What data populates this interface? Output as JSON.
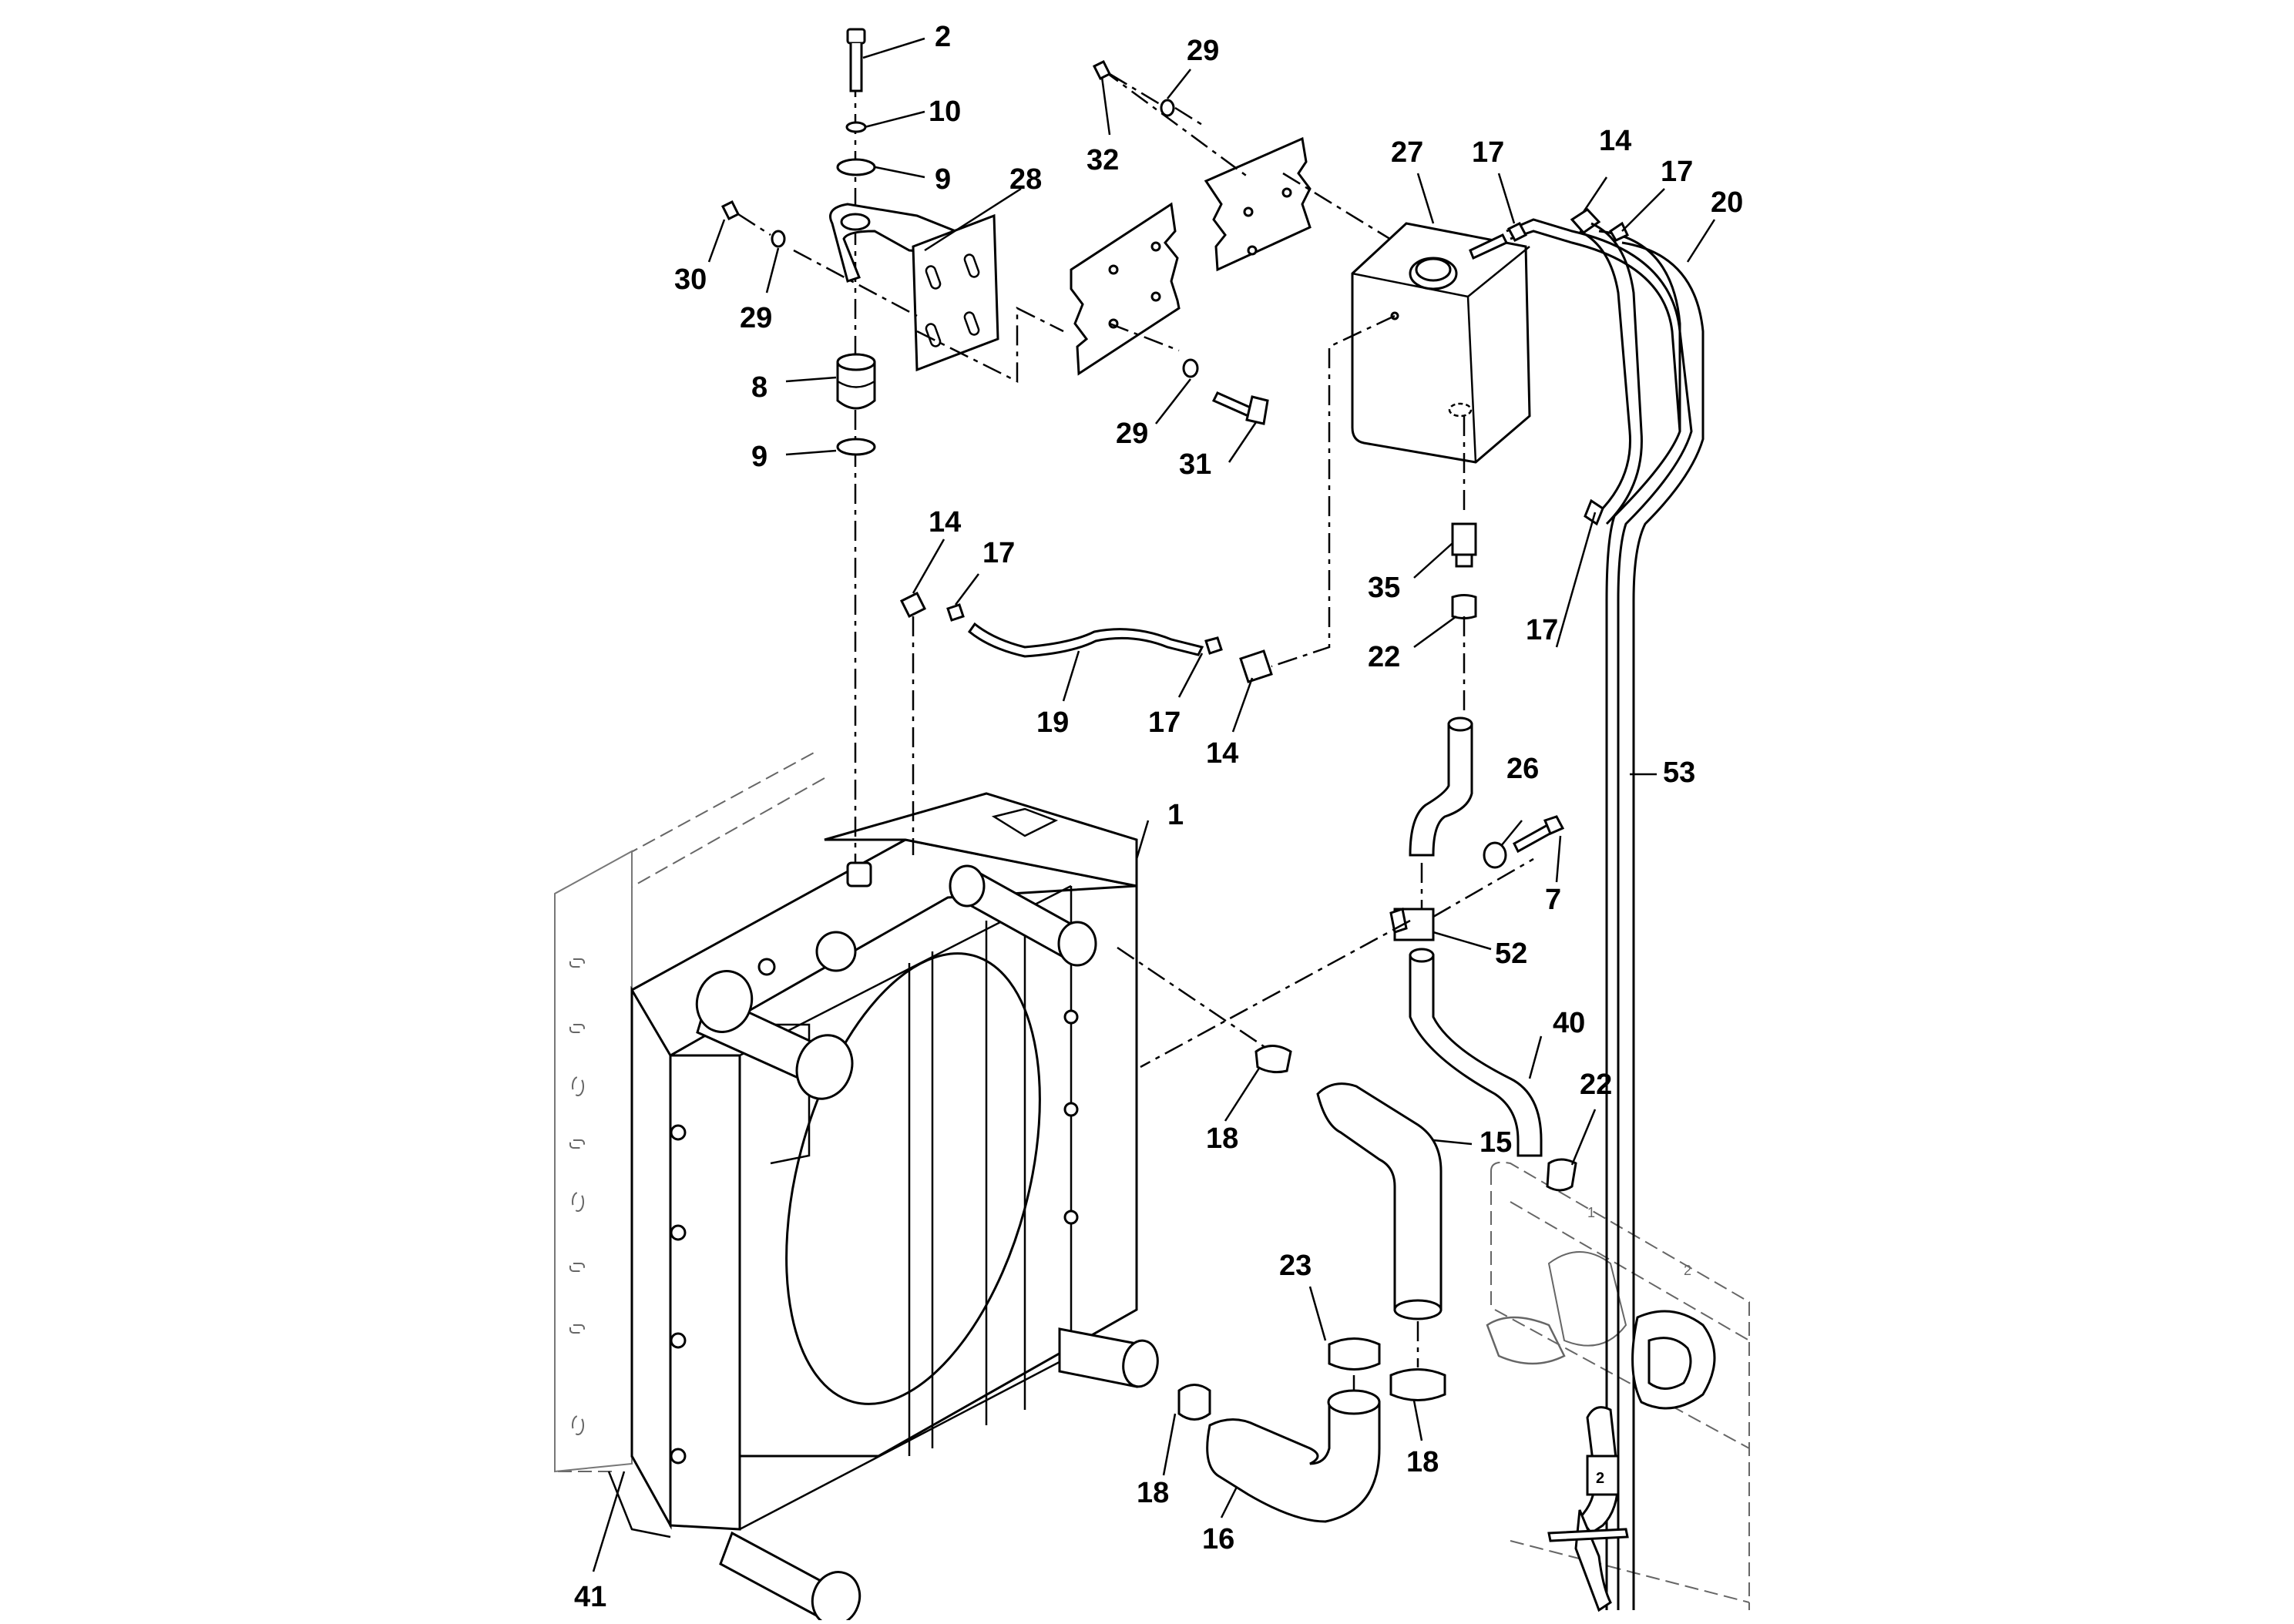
{
  "colors": {
    "line": "#000000",
    "background": "#ffffff",
    "ghost": "#666666"
  },
  "callouts": [
    "2",
    "10",
    "9",
    "28",
    "30",
    "29",
    "8",
    "9",
    "29",
    "32",
    "29",
    "31",
    "27",
    "17",
    "14",
    "17",
    "20",
    "14",
    "17",
    "19",
    "17",
    "14",
    "35",
    "22",
    "17",
    "53",
    "26",
    "7",
    "1",
    "52",
    "40",
    "22",
    "18",
    "15",
    "23",
    "18",
    "18",
    "16",
    "41"
  ],
  "ghost_labels": [
    "1",
    "2",
    "2"
  ]
}
